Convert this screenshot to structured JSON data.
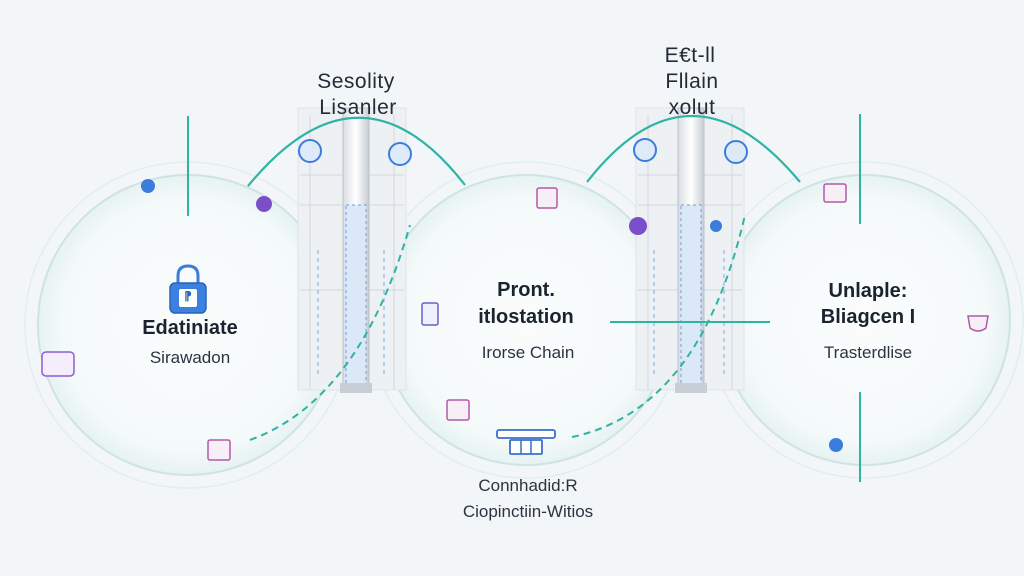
{
  "towers": [
    {
      "title_lines": [
        "Sesolity",
        "Lisanler"
      ]
    },
    {
      "title_lines": [
        "E€t-ll",
        "Fllain",
        "xolut"
      ]
    }
  ],
  "nodes": [
    {
      "title": "Edatiniate",
      "subtitle": "Sirawadon",
      "lock_glyph": "⁋",
      "lock_icon": "padlock-icon"
    },
    {
      "title_lines": [
        "Pront.",
        "itlostation"
      ],
      "subtitle": "Irorse Chain"
    },
    {
      "title_lines": [
        "Unlaple:",
        "Bliagcen I"
      ],
      "subtitle": "Trasterdlise"
    }
  ],
  "bottom_block": {
    "icon": "platform-icon",
    "lines": [
      "Connhadid:R",
      "Ciopinctiin-Witios"
    ]
  },
  "colors": {
    "background": "#f3f6f8",
    "circle_stroke": "#cfe3e3",
    "accent_teal": "#2fb3a3",
    "accent_blue": "#3b7ddd",
    "accent_purple": "#7b4fc9"
  }
}
